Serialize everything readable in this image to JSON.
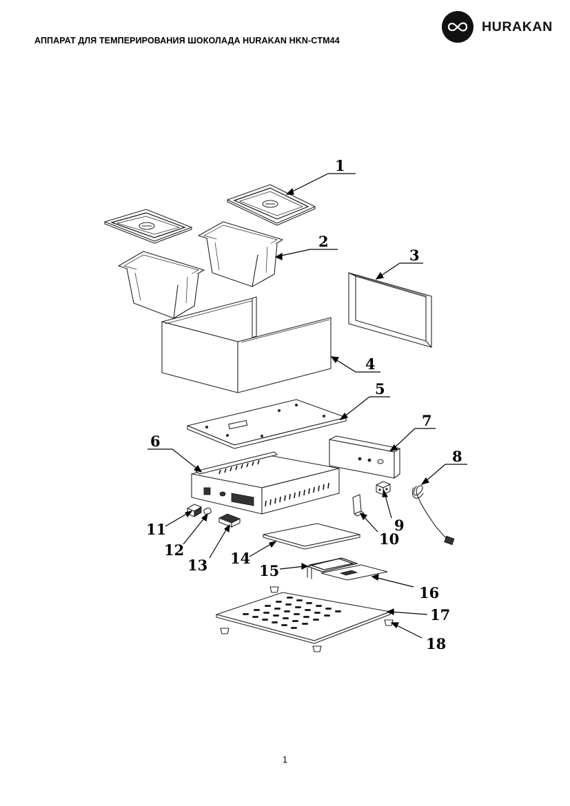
{
  "document": {
    "title": "АППАРАТ ДЛЯ ТЕМПЕРИРОВАНИЯ ШОКОЛАДА HURAKAN HKN-CTM44",
    "brand": "HURAKAN",
    "page_number": "1"
  },
  "diagram": {
    "callouts": [
      "1",
      "2",
      "3",
      "4",
      "5",
      "6",
      "7",
      "8",
      "9",
      "10",
      "11",
      "12",
      "13",
      "14",
      "15",
      "16",
      "17",
      "18"
    ]
  },
  "colors": {
    "ink": "#222222",
    "brand_badge": "#111111",
    "panel_fill": "#dcdcdc"
  },
  "icons": {
    "brand_logo": "infinity-loop-icon"
  }
}
